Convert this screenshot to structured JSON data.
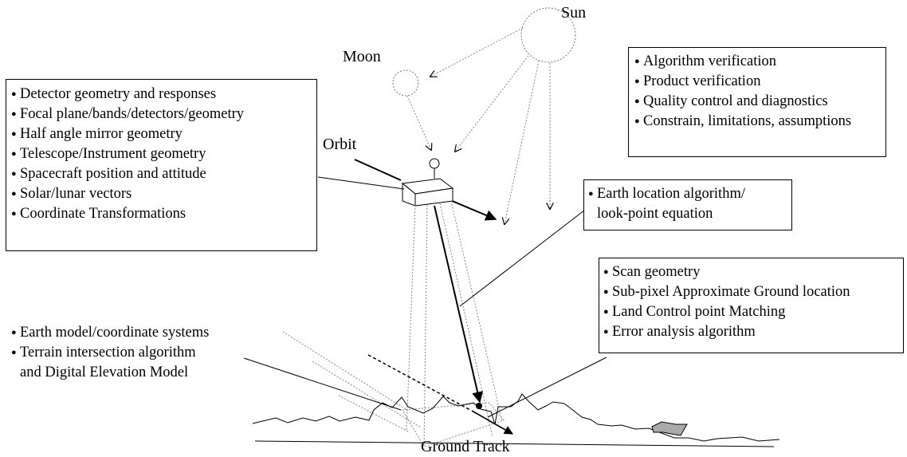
{
  "labels": {
    "sun": "Sun",
    "moon": "Moon",
    "orbit": "Orbit",
    "ground_track": "Ground Track"
  },
  "boxes": {
    "verification": [
      "Algorithm verification",
      "Product verification",
      "Quality control and diagnostics",
      "Constrain, limitations, assumptions"
    ],
    "geometry": [
      "Detector geometry and responses",
      "Focal plane/bands/detectors/geometry",
      "Half angle mirror geometry",
      "Telescope/Instrument geometry",
      "Spacecraft position and attitude",
      "Solar/lunar vectors",
      "Coordinate Transformations"
    ],
    "earth_location": [
      "Earth location algorithm/",
      "look-point equation"
    ],
    "scan": [
      "Scan geometry",
      "Sub-pixel Approximate Ground location",
      "Land Control point Matching",
      "Error analysis algorithm"
    ],
    "earth_model": [
      "Earth model/coordinate systems",
      "Terrain intersection algorithm",
      "and  Digital Elevation Model"
    ]
  },
  "bullet_glyph": "●"
}
